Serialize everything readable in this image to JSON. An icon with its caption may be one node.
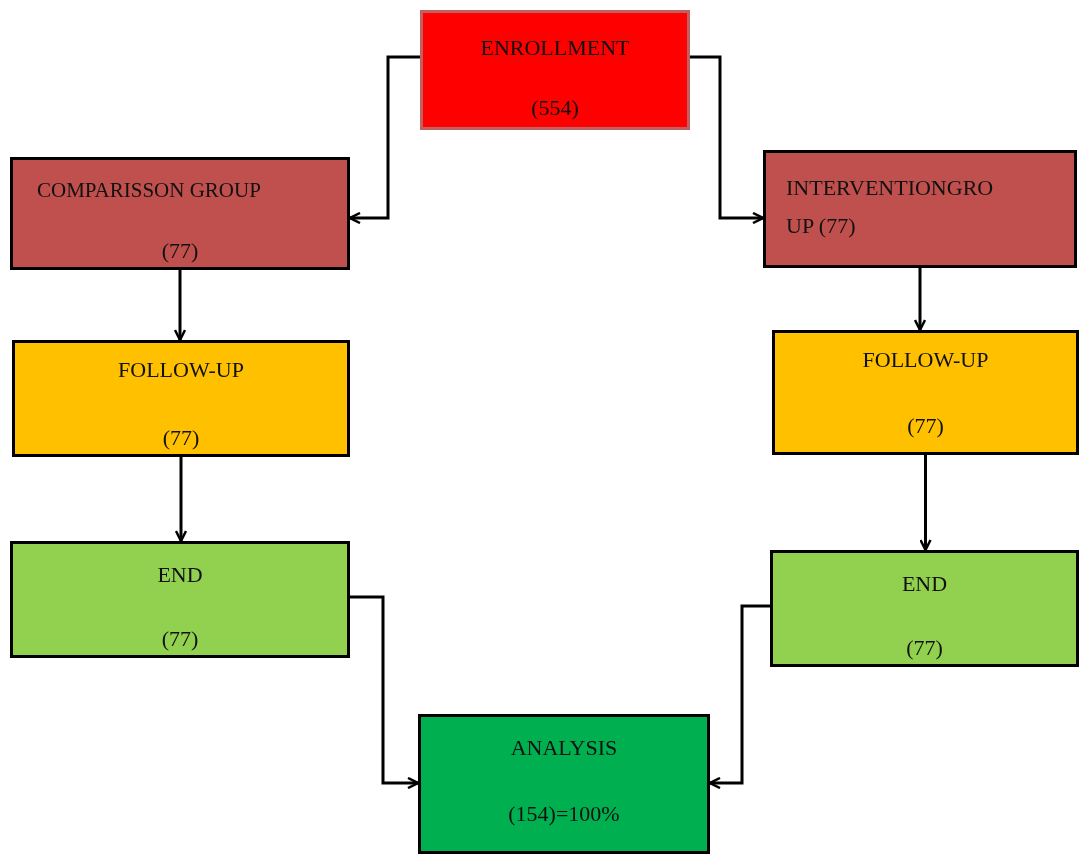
{
  "diagram": {
    "nodes": [
      {
        "text": [
          "ENROLLMENT",
          "(554)"
        ]
      },
      {
        "text": [
          "COMPARISSON GROUP",
          "(77)"
        ]
      },
      {
        "text": [
          "INTERVENTIONGRO UP (77)"
        ]
      },
      {
        "text": [
          "FOLLOW-UP",
          "(77)"
        ]
      },
      {
        "text": [
          "FOLLOW-UP",
          "(77)"
        ]
      },
      {
        "text": [
          "END",
          "(77)"
        ]
      },
      {
        "text": [
          "END",
          "(77)"
        ]
      },
      {
        "text": [
          "ANALYSIS",
          "(154)=100%"
        ]
      }
    ],
    "edges": [
      {
        "from": 0,
        "to": 1,
        "arrow": "to"
      },
      {
        "from": 0,
        "to": 2,
        "arrow": "to"
      },
      {
        "from": 1,
        "to": 3,
        "arrow": "to"
      },
      {
        "from": 2,
        "to": 4,
        "arrow": "to"
      },
      {
        "from": 3,
        "to": 5,
        "arrow": "to"
      },
      {
        "from": 4,
        "to": 6,
        "arrow": "to"
      },
      {
        "from": 5,
        "to": 7,
        "arrow": "to"
      },
      {
        "from": 6,
        "to": 7,
        "arrow": "to"
      }
    ]
  }
}
